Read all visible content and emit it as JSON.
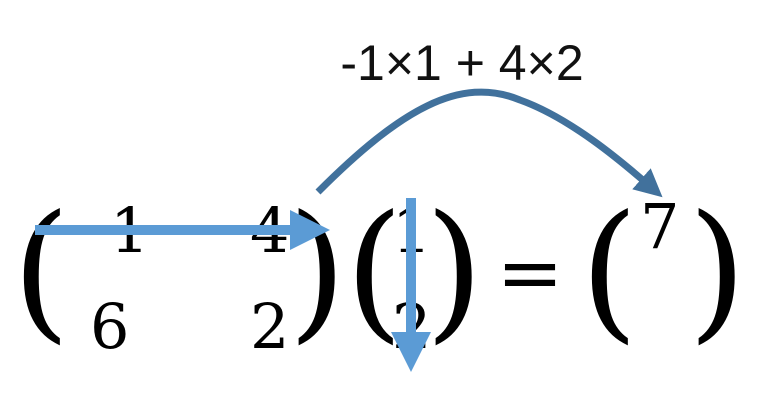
{
  "expression": "-1×1 + 4×2",
  "matrix": {
    "a11": "−1",
    "a12": "4",
    "a21": "6",
    "a22": "2"
  },
  "vector": {
    "v1": "1",
    "v2": "2"
  },
  "equals": "=",
  "result": {
    "r1": "7"
  },
  "parens": {
    "open": "(",
    "close": ")"
  },
  "colors": {
    "row_arrow": "#5b9bd5",
    "col_arrow": "#5b9bd5",
    "curve_arrow": "#41719c"
  }
}
